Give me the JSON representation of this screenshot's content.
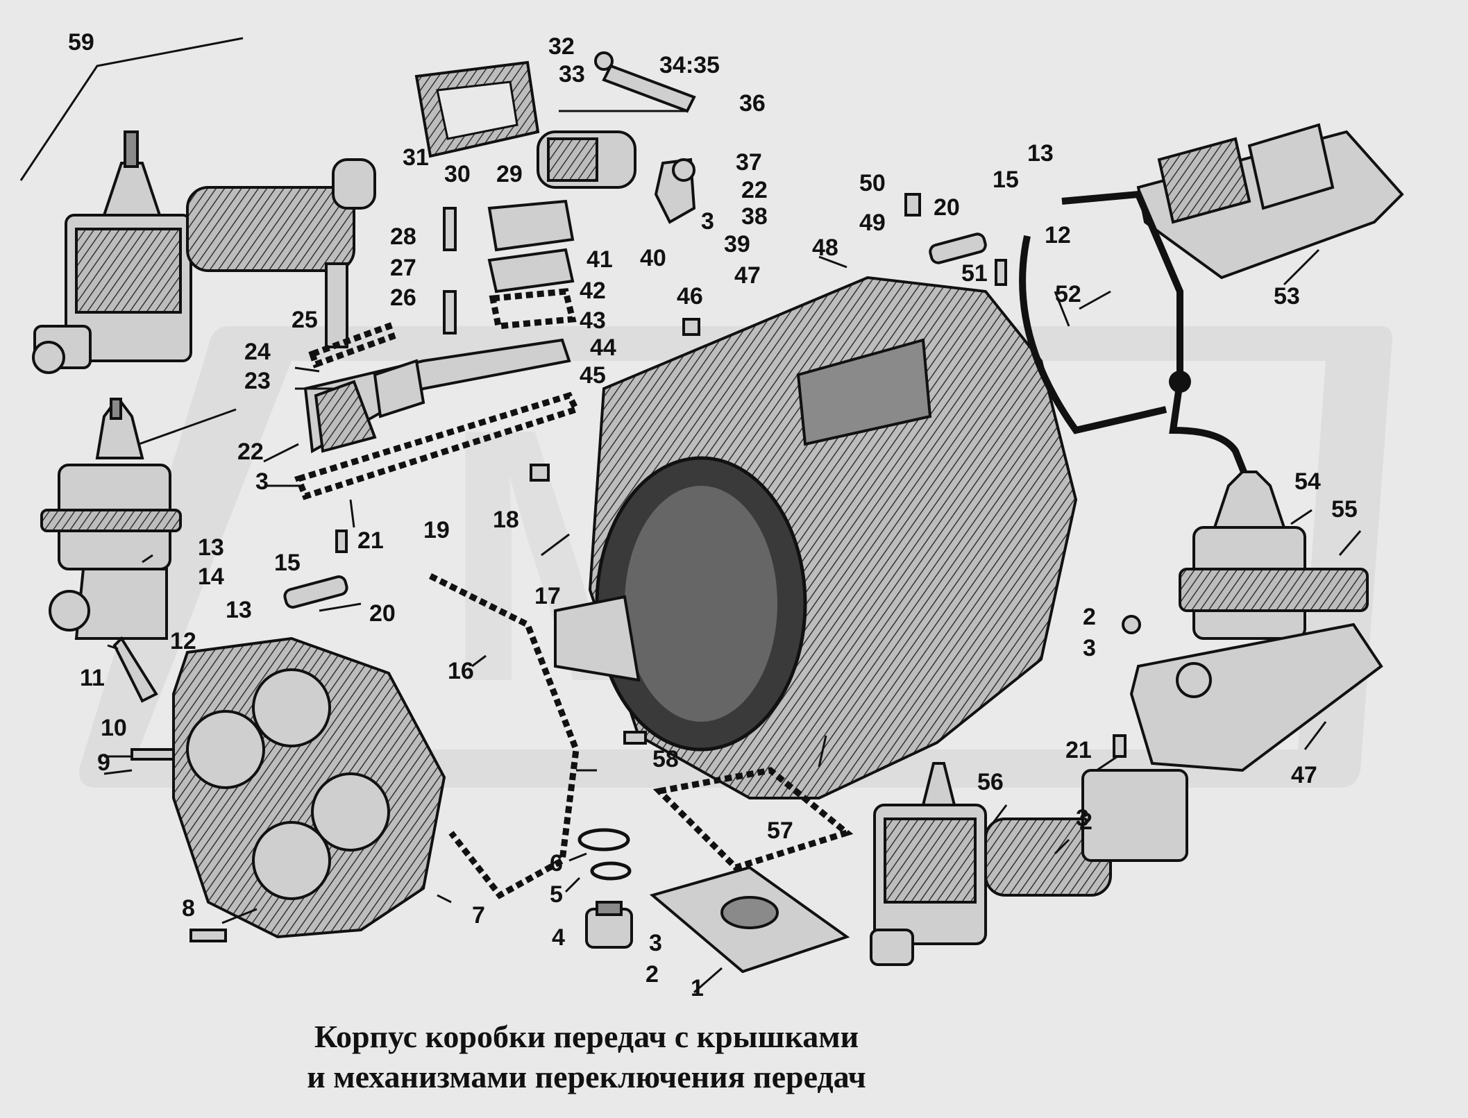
{
  "caption": {
    "line1": "Корпус коробки передач с крышками",
    "line2": "и механизмами переключения передач"
  },
  "watermark": "MK",
  "callouts": [
    "1",
    "2",
    "2",
    "2",
    "3",
    "3",
    "3",
    "3",
    "3",
    "4",
    "5",
    "6",
    "7",
    "8",
    "9",
    "10",
    "11",
    "12",
    "12",
    "13",
    "13",
    "13",
    "14",
    "15",
    "15",
    "16",
    "17",
    "18",
    "19",
    "20",
    "20",
    "21",
    "21",
    "21",
    "22",
    "22",
    "23",
    "24",
    "25",
    "26",
    "27",
    "28",
    "29",
    "30",
    "31",
    "32",
    "33",
    "34:35",
    "36",
    "37",
    "38",
    "39",
    "40",
    "41",
    "42",
    "43",
    "44",
    "45",
    "46",
    "47",
    "47",
    "48",
    "49",
    "50",
    "51",
    "52",
    "53",
    "54",
    "55",
    "56",
    "57",
    "58",
    "59"
  ]
}
